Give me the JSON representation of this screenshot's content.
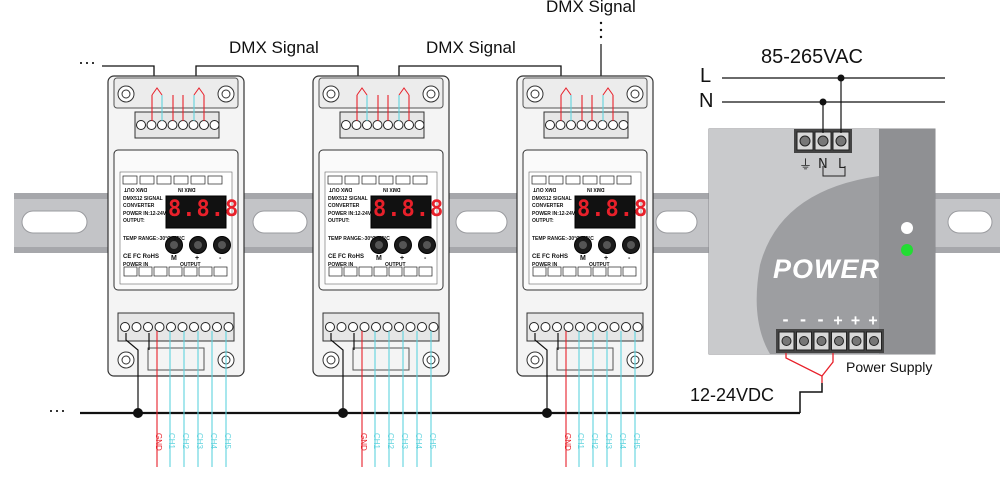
{
  "labels": {
    "dmx_signal_1": "DMX Signal",
    "dmx_signal_2": "DMX Signal",
    "dmx_signal_3": "DMX Signal",
    "voltage_ac": "85-265VAC",
    "line_l": "L",
    "line_n": "N",
    "voltage_dc": "12-24VDC",
    "power_supply": "Power Supply",
    "power_logo": "POWER",
    "ellipsis": "···",
    "ground_ellipsis": "···",
    "ps_ground_symbol": "⏚",
    "ps_n": "N",
    "ps_l": "L"
  },
  "device": {
    "title_line1": "DMX512 SIGNAL",
    "title_line2": "CONVERTER",
    "power_in_spec": "POWER IN:12-24VDC",
    "output_spec": "OUTPUT:",
    "temp_range": "TEMP RANGE:-30°C~55°C",
    "display": "8.8.8",
    "display_mid": "8.8.8",
    "btn_m": "M",
    "btn_plus": "+",
    "btn_minus": "-",
    "power_in_label": "POWER IN",
    "output_label": "OUTPUT",
    "ce_rohs": "CE FC RoHS",
    "dmx_out": "DMX OUT",
    "dmx_in": "DMX IN"
  },
  "outputs": [
    "GND",
    "CH1",
    "CH2",
    "CH3",
    "CH4",
    "CH5"
  ],
  "ps_signs": [
    "-",
    "-",
    "-",
    "+",
    "+",
    "+"
  ],
  "colors": {
    "rail": "#b9babd",
    "rail_dark": "#8e9094",
    "device_body": "#f2f2f2",
    "device_outline": "#333333",
    "ps_body": "#9a9b9e",
    "ps_light": "#cfd0d2",
    "red_wire": "#e8202a",
    "cyan_wire": "#5fd3de",
    "led_green": "#22dd33",
    "segment_red": "#e8202a"
  }
}
